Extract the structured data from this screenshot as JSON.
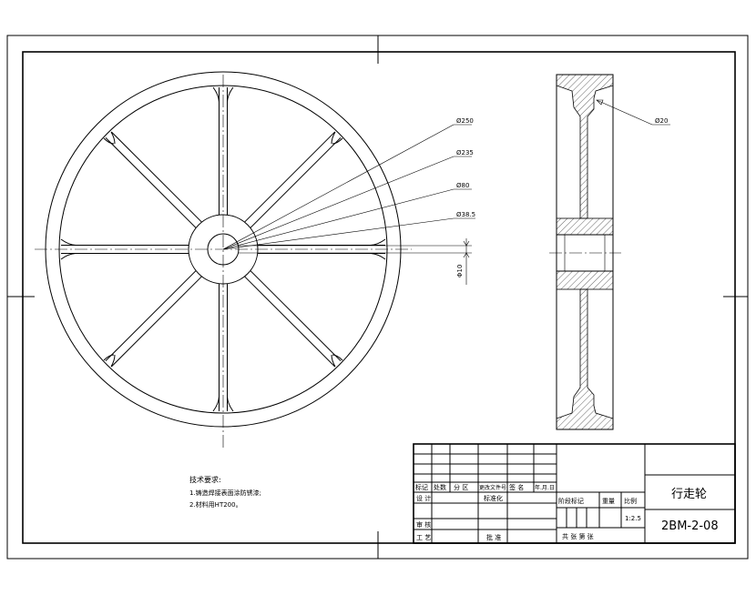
{
  "dimensions": {
    "d250": "Ø250",
    "d235": "Ø235",
    "d80": "Ø80",
    "d38": "Ø38.5",
    "w10": "Φ10",
    "side": "Ø20"
  },
  "notes": {
    "heading": "技术要求:",
    "line1": "1.铸造焊接表面涂防锈漆;",
    "line2": "2.材料用HT200。"
  },
  "title_block": {
    "rev_headers": [
      "标记",
      "处数",
      "分 区",
      "更改文件号",
      "签 名",
      "年.月.日"
    ],
    "design": "设 计",
    "standardize": "标准化",
    "check": "审 核",
    "process": "工 艺",
    "approve": "批 准",
    "stage_mark": "阶段标记",
    "weight": "重量",
    "scale_label": "比例",
    "scale": "1:2.5",
    "sheets": "共    张   第    张",
    "part_name": "行走轮",
    "drawing_no": "2BM-2-08"
  }
}
